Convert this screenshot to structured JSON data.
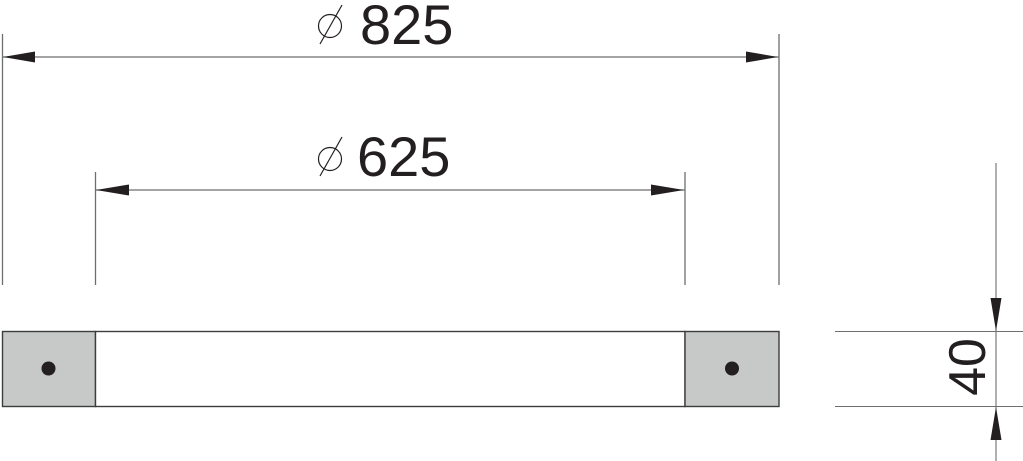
{
  "drawing": {
    "type": "technical-dimension-drawing",
    "units": "mm",
    "colors": {
      "line": "#6d6e70",
      "outline": "#3c3c3c",
      "end_block_fill": "#c7c8c8",
      "body_fill": "#ffffff",
      "text": "#231f20",
      "arrow": "#231f20"
    },
    "dimensions": {
      "outer_diameter": {
        "symbol": "∅",
        "value": "825"
      },
      "inner_diameter": {
        "symbol": "∅",
        "value": "625"
      },
      "height": {
        "value": "40"
      }
    }
  }
}
